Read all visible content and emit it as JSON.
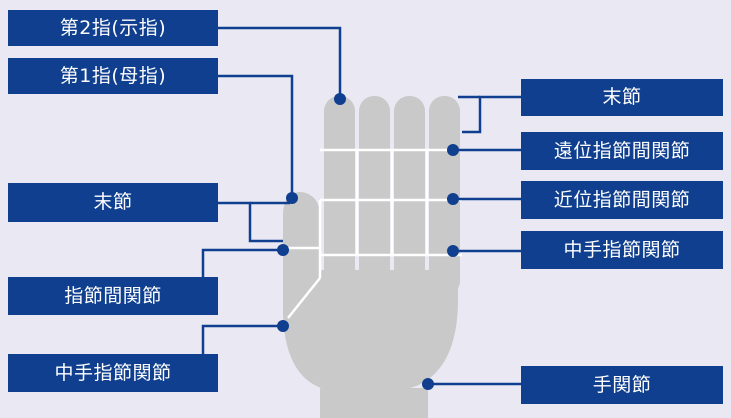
{
  "colors": {
    "background": "#eae9f3",
    "label_bg": "#0f3f8e",
    "label_text": "#ffffff",
    "hand": "#c9c9c9",
    "lines": "#0f3f8e",
    "joint_lines": "#ffffff"
  },
  "labels": {
    "second_finger": "第2指(示指)",
    "first_finger": "第1指(母指)",
    "left_distal_phalanx": "末節",
    "interphalangeal_joint": "指節間関節",
    "left_mcp_joint": "中手指節関節",
    "right_distal_phalanx": "末節",
    "dip_joint": "遠位指節間関節",
    "pip_joint": "近位指節間関節",
    "right_mcp_joint": "中手指節関節",
    "wrist_joint": "手関節"
  }
}
